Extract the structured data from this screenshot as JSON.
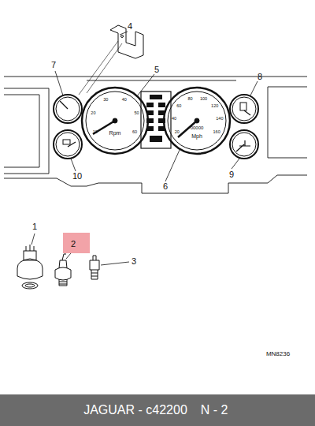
{
  "diagram": {
    "nodes": [
      {
        "text": [
          "2"
        ]
      },
      {
        "text": [
          "JAGUAR - c42200",
          "N - 2"
        ]
      }
    ],
    "labels": [
      "1",
      "3",
      "4",
      "5",
      "6",
      "7",
      "8",
      "9",
      "10",
      "MN8236",
      "Rpm",
      "Mph",
      "00000",
      "10",
      "20",
      "30",
      "40",
      "50",
      "60",
      "20",
      "40",
      "60",
      "80",
      "100",
      "120",
      "140",
      "160"
    ]
  }
}
